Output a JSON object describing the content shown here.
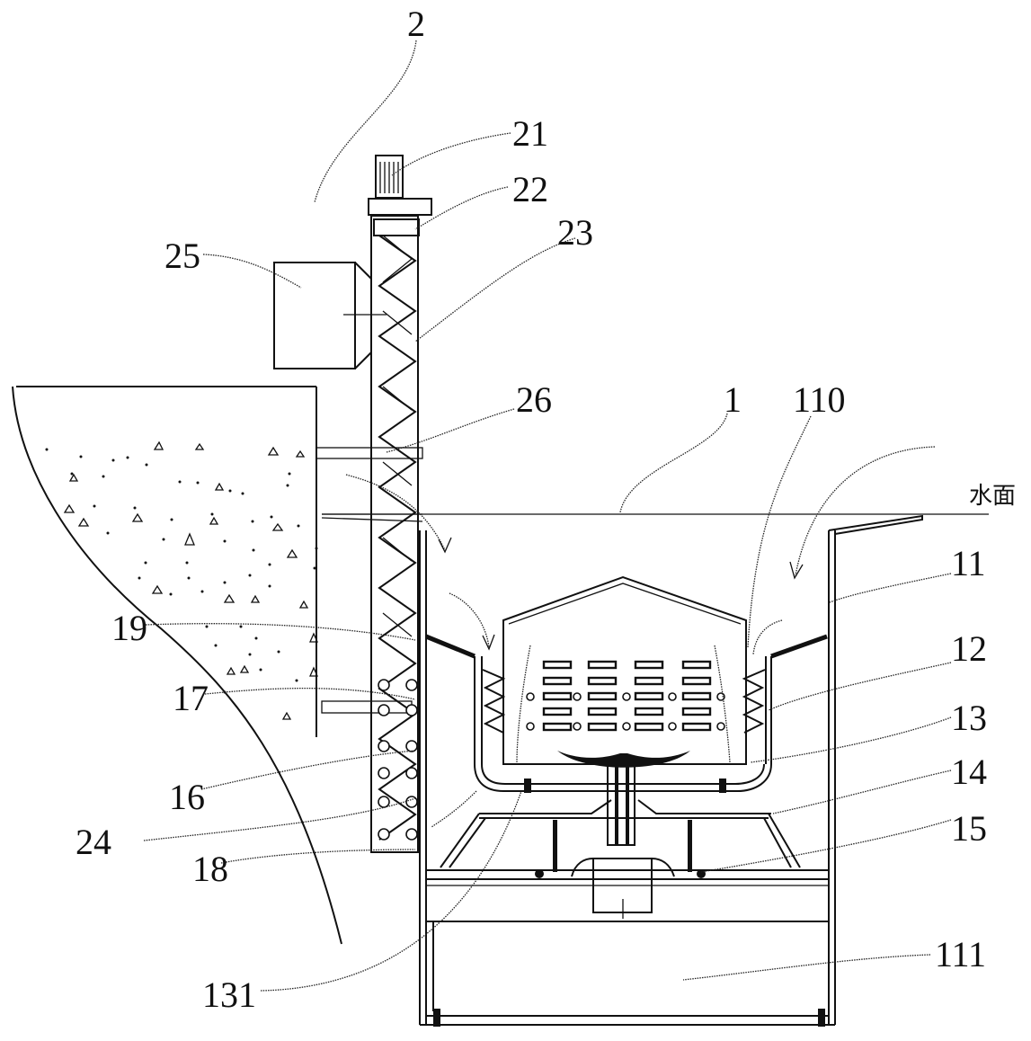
{
  "figure": {
    "labels": {
      "l2": "2",
      "l21": "21",
      "l22": "22",
      "l23": "23",
      "l25": "25",
      "l26": "26",
      "l1": "1",
      "l110": "110",
      "water_surface": "水面",
      "l11": "11",
      "l12": "12",
      "l13": "13",
      "l14": "14",
      "l15": "15",
      "l111": "111",
      "l19": "19",
      "l17": "17",
      "l16": "16",
      "l24": "24",
      "l18": "18",
      "l131": "131"
    },
    "colors": {
      "line": "#111111",
      "background": "#ffffff"
    }
  }
}
